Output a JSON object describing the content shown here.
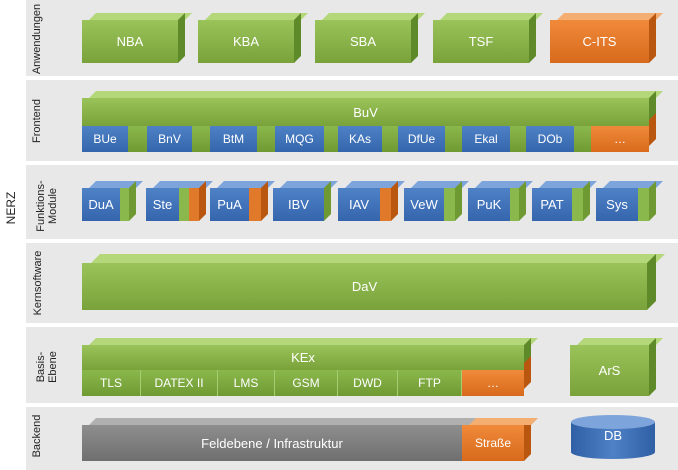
{
  "layers": {
    "anwendungen": "Anwendungen",
    "frontend": "Frontend",
    "funktionsmodule": "Funktions-\nModule",
    "kernsoftware": "Kernsoftware",
    "basisebene": "Basis-\nEbene",
    "backend": "Backend",
    "nerz": "NERZ"
  },
  "apps": [
    "NBA",
    "KBA",
    "SBA",
    "TSF",
    "C-ITS"
  ],
  "frontend": {
    "title": "BuV",
    "items": [
      "BUe",
      "BnV",
      "BtM",
      "MQG",
      "KAs",
      "DfUe",
      "Ekal",
      "DOb",
      "…"
    ]
  },
  "modules": [
    "DuA",
    "Ste",
    "PuA",
    "IBV",
    "IAV",
    "VeW",
    "PuK",
    "PAT",
    "Sys"
  ],
  "kernsoftware": {
    "title": "DaV"
  },
  "basis": {
    "title": "KEx",
    "items": [
      "TLS",
      "DATEX II",
      "LMS",
      "GSM",
      "DWD",
      "FTP",
      "…"
    ],
    "ars": "ArS"
  },
  "backend": {
    "feld": "Feldebene / Infrastruktur",
    "strasse": "Straße",
    "db": "DB"
  },
  "colors": {
    "green": "#7aa23a",
    "orange": "#e07a2a",
    "blue": "#3f72b8",
    "gray": "#7f7f7f"
  }
}
